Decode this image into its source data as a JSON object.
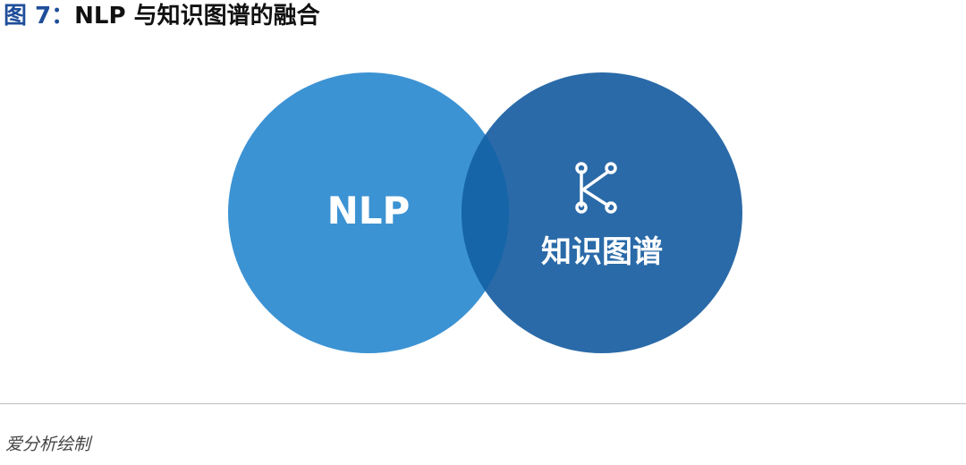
{
  "figure": {
    "label": "图 7：",
    "title": "NLP 与知识图谱的融合"
  },
  "diagram": {
    "left_circle": {
      "label": "NLP",
      "color": "#3c93d3"
    },
    "right_circle": {
      "label": "知识图谱",
      "icon": "knowledge-graph-k-icon",
      "color": "#2a6aa8"
    },
    "overlap_color": "#1565a8",
    "label_color": "#ffffff"
  },
  "source": {
    "text": "爱分析绘制"
  }
}
